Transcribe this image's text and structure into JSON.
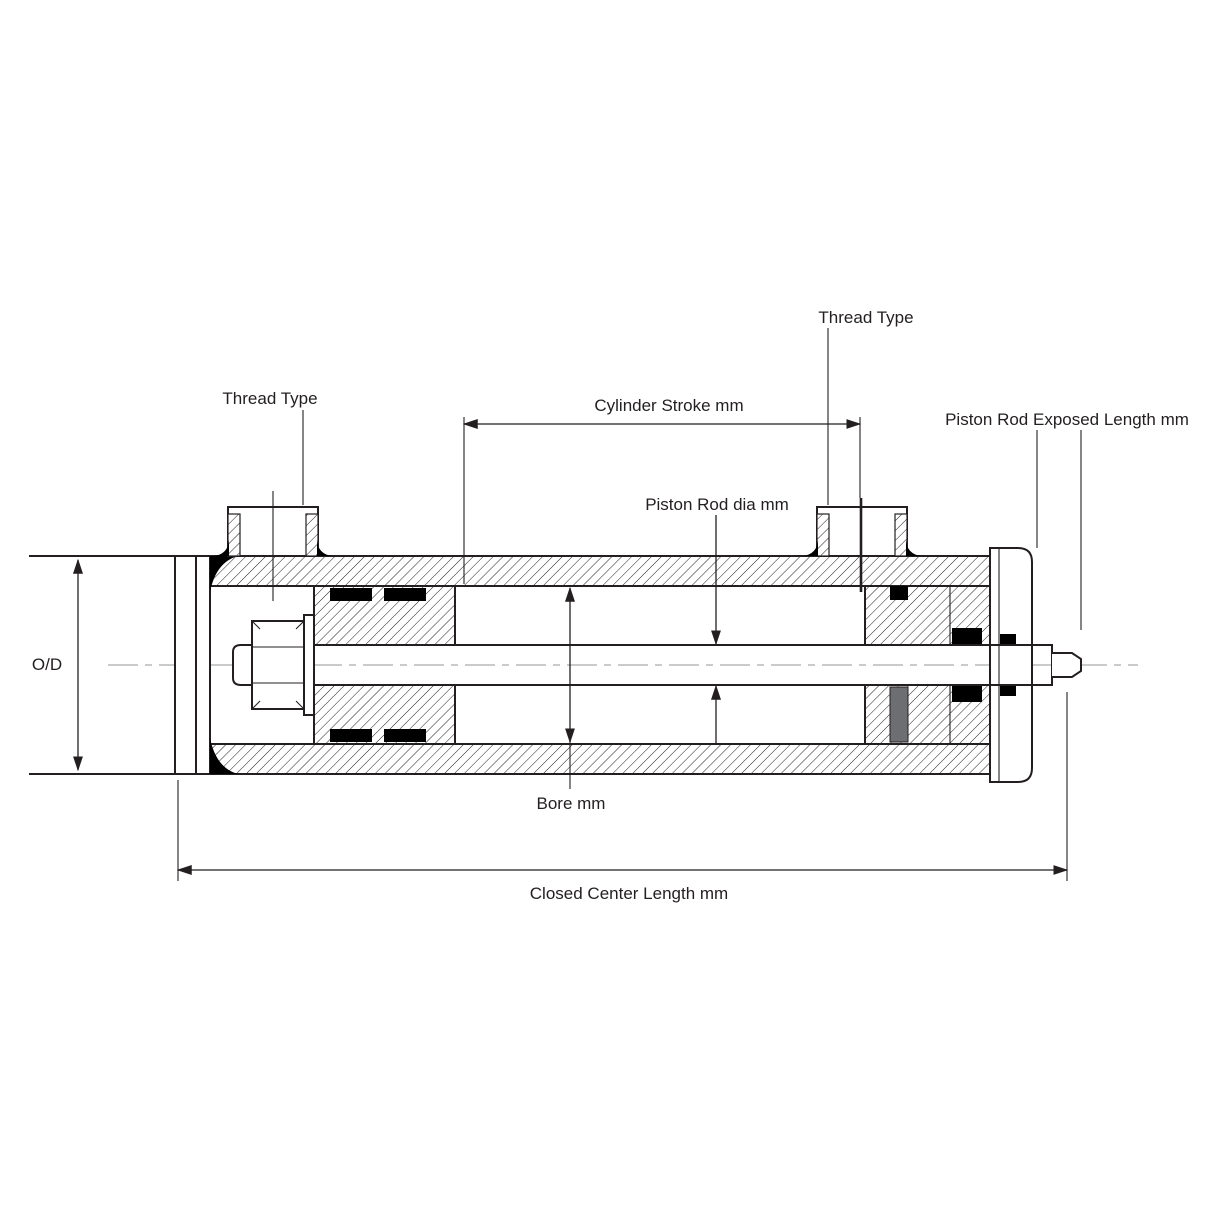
{
  "diagram": {
    "name": "Hydraulic Cylinder Cross Section",
    "labels": {
      "thread_type_left": "Thread Type",
      "thread_type_right": "Thread Type",
      "cylinder_stroke": "Cylinder Stroke mm",
      "piston_rod_dia": "Piston Rod dia mm",
      "piston_rod_exposed_length": "Piston Rod Exposed Length mm",
      "outer_diameter": "O/D",
      "bore": "Bore mm",
      "closed_center_length": "Closed Center Length mm"
    },
    "colors": {
      "line": "#231f20",
      "background": "#ffffff",
      "centerline": "#a8aaad",
      "seal_dark": "#000000",
      "seal_gray": "#6d6e71"
    }
  }
}
